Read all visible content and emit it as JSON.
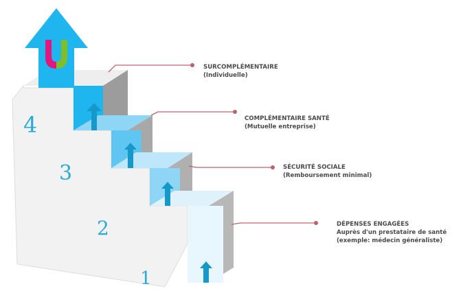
{
  "diagram": {
    "steps": [
      {
        "number": "1",
        "lines": [
          "DÉPENSES ENGAGÉES",
          "Auprès d'un prestataire de santé",
          "(exemple: médecin généraliste)"
        ]
      },
      {
        "number": "2",
        "lines": [
          "SÉCURITÉ SOCIALE",
          "(Remboursement minimal)"
        ]
      },
      {
        "number": "3",
        "lines": [
          "COMPLÉMENTAIRE SANTÉ",
          "(Mutuelle entreprise)"
        ]
      },
      {
        "number": "4",
        "lines": [
          "SURCOMPLÉMENTAIRE",
          "(Individuelle)"
        ]
      }
    ],
    "logo_letter": "U",
    "colors": {
      "top_arrow": "#1fb6f0",
      "step_light": "#e8f6fd",
      "step_mid": "#bfe7fb",
      "step_dark": "#8fd6f6",
      "small_arrow": "#1699c8",
      "step_number": "#2aa9e0",
      "callout_line": "#c0606a",
      "logo_left": "#e3157f",
      "logo_right": "#7dbe2a"
    }
  }
}
